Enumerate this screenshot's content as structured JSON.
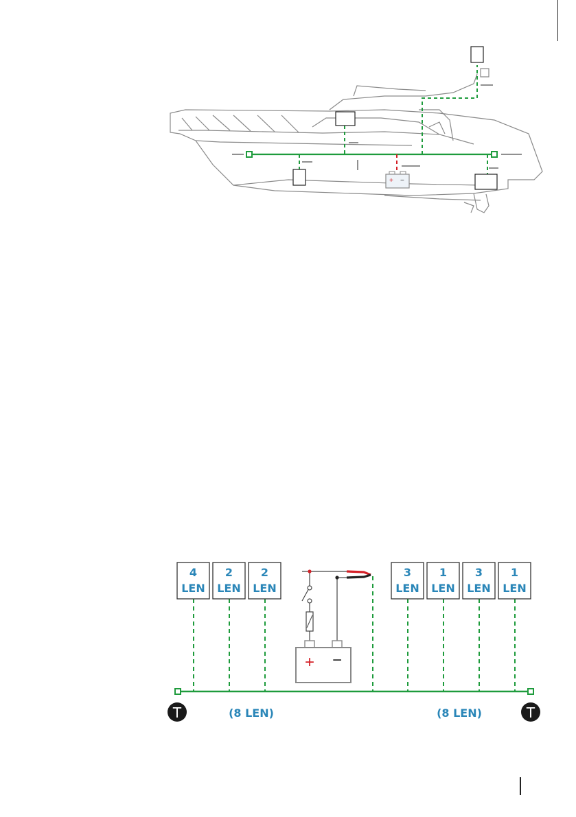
{
  "colors": {
    "backbone": "#1e9b3c",
    "power": "#d42027",
    "len_text": "#2a86b8",
    "outline": "#8a8a8a",
    "terminator": "#1a1a1a"
  },
  "len_diagram": {
    "left_devices": [
      {
        "len": "4",
        "unit": "LEN"
      },
      {
        "len": "2",
        "unit": "LEN"
      },
      {
        "len": "2",
        "unit": "LEN"
      }
    ],
    "right_devices": [
      {
        "len": "3",
        "unit": "LEN"
      },
      {
        "len": "1",
        "unit": "LEN"
      },
      {
        "len": "3",
        "unit": "LEN"
      },
      {
        "len": "1",
        "unit": "LEN"
      }
    ],
    "left_total": "(8 LEN)",
    "right_total": "(8 LEN)",
    "terminator_left": "T",
    "terminator_right": "T",
    "battery_plus": "+",
    "battery_minus": "−"
  },
  "boat_diagram": {
    "battery_plus": "+",
    "battery_minus": "−"
  }
}
